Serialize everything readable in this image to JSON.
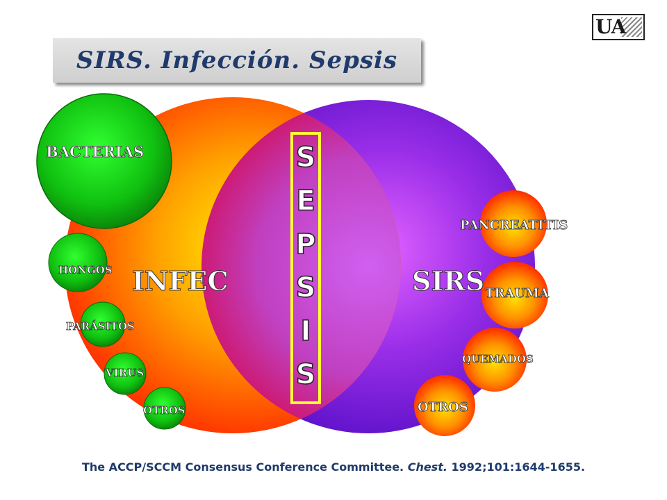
{
  "title": "SIRS. Infección. Sepsis",
  "logo": {
    "text": "UA"
  },
  "venn": {
    "left_label": "INFEC",
    "right_label": "SIRS",
    "center_letters": [
      "S",
      "E",
      "P",
      "S",
      "I",
      "S"
    ]
  },
  "infection_causes": [
    "BACTERIAS",
    "HONGOS",
    "PARÁSITOS",
    "VIRUS",
    "OTROS"
  ],
  "sirs_causes": [
    "PANCREATITIS",
    "TRAUMA",
    "QUEMADOS",
    "OTROS"
  ],
  "citation": {
    "authors": "The ACCP/SCCM Consensus Conference Committee.",
    "journal": "Chest.",
    "details": "1992;101:1644-1655."
  },
  "colors": {
    "title_text": "#1f3a6b",
    "infection_circle": "#ff3a00",
    "sirs_circle": "#7a1fd6",
    "overlap": "#c22ad0",
    "cause_green": "#18c418",
    "cause_orange": "#ff4a00",
    "sepsis_box_border": "#ffff33"
  }
}
